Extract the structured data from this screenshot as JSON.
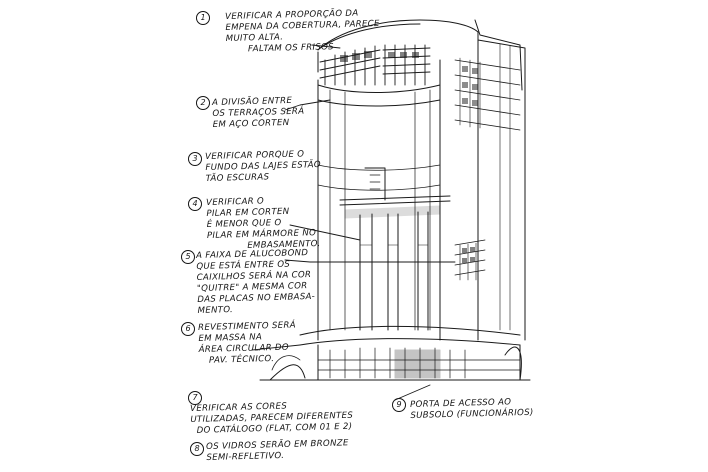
{
  "notes": [
    {
      "num": "1",
      "lines": [
        "Verificar a proporção da",
        "empena da cobertura, parece",
        "muito alta.",
        "Faltam os frisos"
      ]
    },
    {
      "num": "2",
      "lines": [
        "A divisão entre",
        "os terraços será",
        "em aço corten"
      ]
    },
    {
      "num": "3",
      "lines": [
        "Verificar porque o",
        "fundo das lajes estão",
        "tão escuras"
      ]
    },
    {
      "num": "4",
      "lines": [
        "Verificar o",
        "pilar em corten",
        "é menor que o",
        "pilar em mármore no",
        "embasamento."
      ]
    },
    {
      "num": "5",
      "lines": [
        "A faixa de alucobond",
        "que está entre os",
        "caixilhos será na cor",
        "\"Quitre\" a mesma cor",
        "das placas no embasa-",
        "mento."
      ]
    },
    {
      "num": "6",
      "lines": [
        "Revestimento será",
        "em massa na",
        "área circular do",
        "pav. técnico."
      ]
    },
    {
      "num": "7",
      "lines": [
        "Verificar as cores",
        "utilizadas, parecem diferentes",
        "do catálogo (flat, com 01 e 2)"
      ]
    },
    {
      "num": "8",
      "lines": [
        "Os vidros serão em bronze",
        "semi-refletivo."
      ]
    },
    {
      "num": "9",
      "lines": [
        "Porta de acesso ao",
        "subsolo (funcionários)"
      ]
    }
  ]
}
